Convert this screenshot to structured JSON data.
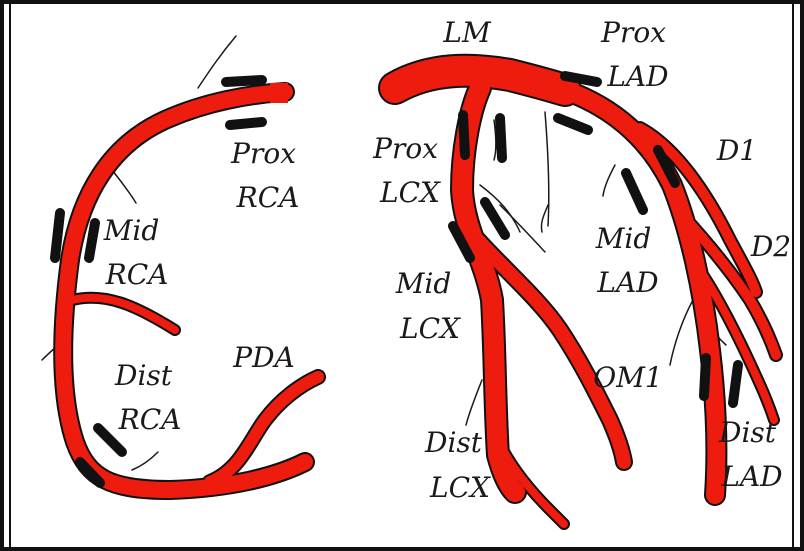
{
  "colors": {
    "vessel": "#ee1c0e",
    "outline": "#111111",
    "marker": "#111111",
    "frame": "#111111",
    "background": "#ffffff"
  },
  "labels": {
    "prox_rca": [
      "Prox",
      "RCA"
    ],
    "mid_rca": [
      "Mid",
      "RCA"
    ],
    "dist_rca": [
      "Dist",
      "RCA"
    ],
    "pda": "PDA",
    "lm": "LM",
    "prox_lad": [
      "Prox",
      "LAD"
    ],
    "prox_lcx": [
      "Prox",
      "LCX"
    ],
    "d1": "D1",
    "mid_lad": [
      "Mid",
      "LAD"
    ],
    "d2": "D2",
    "mid_lcx": [
      "Mid",
      "LCX"
    ],
    "om1": "OM1",
    "dist_lcx": [
      "Dist",
      "LCX"
    ],
    "dist_lad": [
      "Dist",
      "LAD"
    ]
  }
}
